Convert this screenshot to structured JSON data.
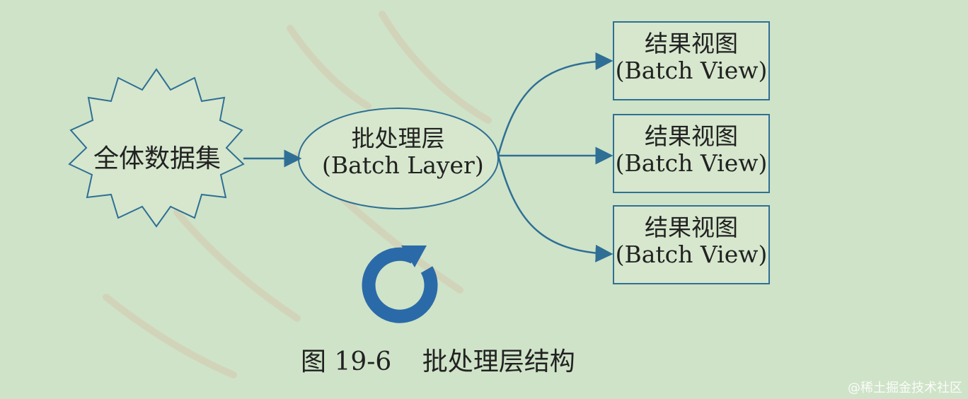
{
  "source": {
    "label_line1": "全体数据集"
  },
  "batch_layer": {
    "line1": "批处理层",
    "line2": "(Batch Layer)"
  },
  "views": [
    {
      "line1": "结果视图",
      "line2": "(Batch View)"
    },
    {
      "line1": "结果视图",
      "line2": "(Batch View)"
    },
    {
      "line1": "结果视图",
      "line2": "(Batch View)"
    }
  ],
  "caption": {
    "number": "图 19-6",
    "title": "批处理层结构"
  },
  "credit": "@稀土掘金技术社区",
  "colors": {
    "stroke": "#2f6f95",
    "refresh_icon": "#2b6aa8",
    "background": "#cfe3c8"
  },
  "icons": {
    "refresh": "refresh-icon"
  }
}
